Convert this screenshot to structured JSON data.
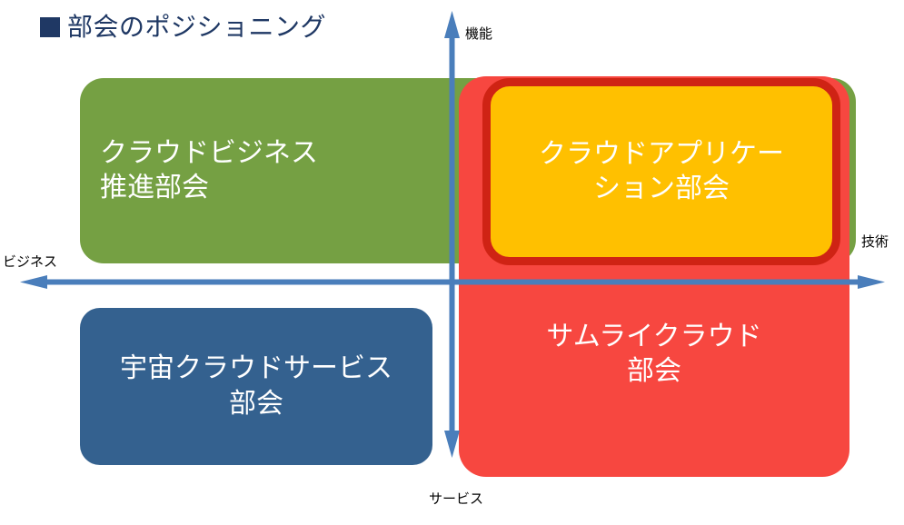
{
  "title": {
    "marker": "filled-square",
    "text": "部会のポジショニング",
    "color": "#1f3864"
  },
  "axes": {
    "vertical": {
      "top_label": "機能",
      "bottom_label": "サービス",
      "color": "#4a7ebb"
    },
    "horizontal": {
      "left_label": "ビジネス",
      "right_label": "技術",
      "color": "#4a7ebb"
    }
  },
  "quadrants": {
    "top_left": {
      "name": "cloud-business-promotion",
      "line1": "クラウドビジネス",
      "line2": "推進部会",
      "fill": "#75a043",
      "text_color": "#ffffff"
    },
    "top_right": {
      "name": "cloud-application",
      "line1": "クラウドアプリケー",
      "line2": "ション部会",
      "fill": "#ffc000",
      "border": "#cf2314",
      "text_color": "#ffffff"
    },
    "bottom_left": {
      "name": "space-cloud-service",
      "line1": "宇宙クラウドサービス",
      "line2": "部会",
      "fill": "#34618f",
      "text_color": "#ffffff"
    },
    "bottom_right": {
      "name": "samurai-cloud",
      "line1": "サムライクラウド",
      "line2": "部会",
      "fill": "#f74740",
      "text_color": "#ffffff"
    }
  }
}
